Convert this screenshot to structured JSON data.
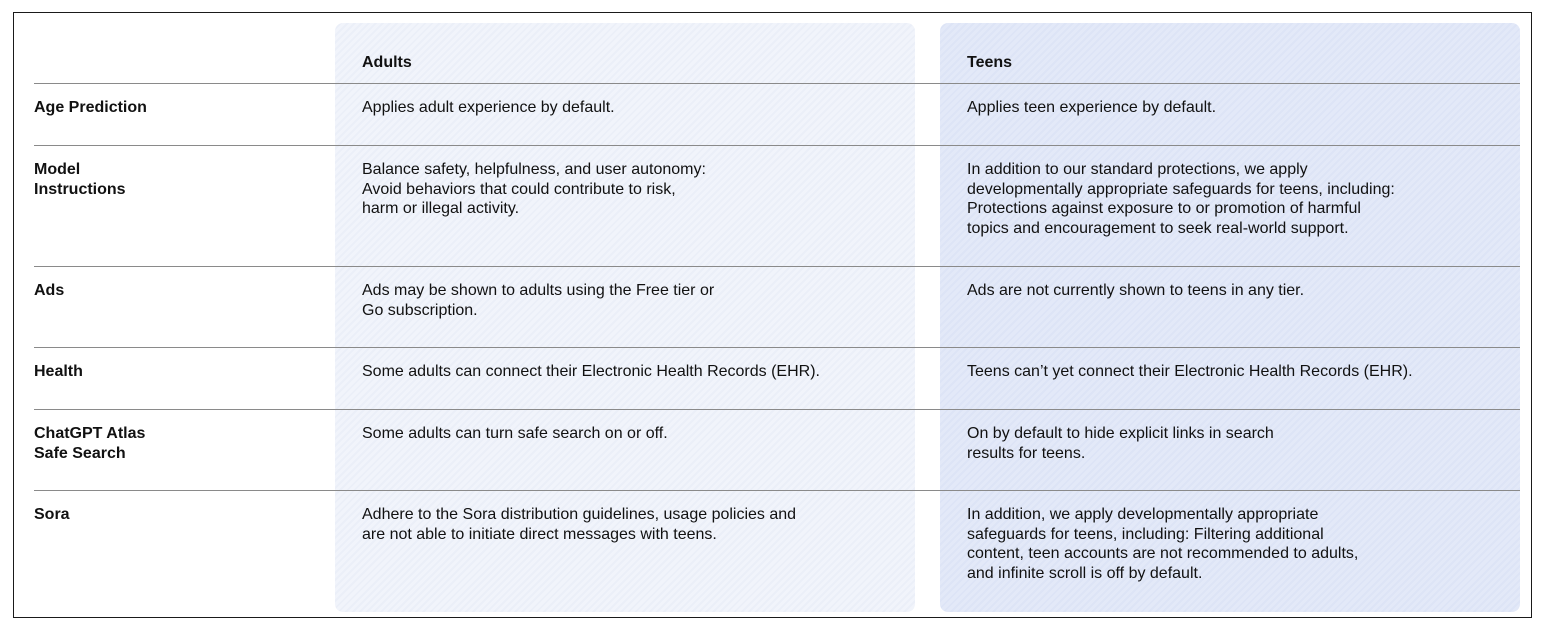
{
  "columns": {
    "adults": "Adults",
    "teens": "Teens"
  },
  "rows": [
    {
      "label": "Age Prediction",
      "adults": "Applies adult experience by default.",
      "teens": "Applies teen experience by default."
    },
    {
      "label": "Model\nInstructions",
      "adults": "Balance safety, helpfulness, and user autonomy:\nAvoid behaviors that could contribute to risk,\nharm or illegal activity.",
      "teens": "In addition to our standard protections, we apply\ndevelopmentally appropriate safeguards for teens, including:\nProtections against exposure to or promotion of harmful\ntopics and encouragement to seek real-world support."
    },
    {
      "label": "Ads",
      "adults": "Ads may be shown to adults using the Free tier or\nGo subscription.",
      "teens": "Ads are not currently shown to teens in any tier."
    },
    {
      "label": "Health",
      "adults": "Some adults can connect their Electronic Health Records (EHR).",
      "teens": "Teens can’t yet connect their Electronic Health Records (EHR)."
    },
    {
      "label": "ChatGPT Atlas\nSafe Search",
      "adults": "Some adults can turn safe search on or off.",
      "teens": "On by default to hide explicit links in search\nresults for teens."
    },
    {
      "label": "Sora",
      "adults": "Adhere to the Sora distribution guidelines, usage policies and\nare not able to initiate direct messages with teens.",
      "teens": "In addition, we apply developmentally appropriate\nsafeguards for teens, including: Filtering additional\ncontent, teen accounts are not recommended to adults,\nand infinite scroll is off by default."
    }
  ]
}
